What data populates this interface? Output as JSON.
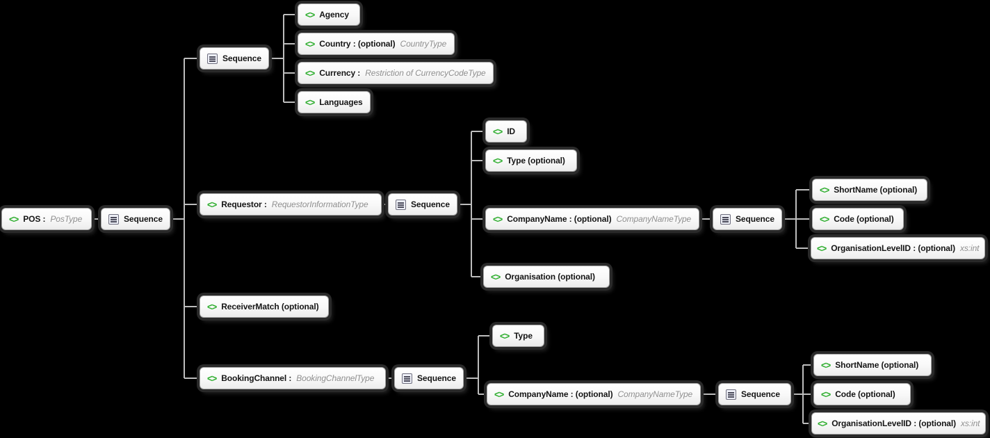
{
  "diagram": {
    "colors": {
      "background": "#000000",
      "element_icon_green": "#2fae2f",
      "connector_line": "#bdbdbd",
      "node_fill": "#ffffff",
      "type_text": "#8f8f8f"
    },
    "element_icon_glyph": "<>",
    "nodes": {
      "pos": {
        "label": "POS :",
        "type": "PosType"
      },
      "seq_main": {
        "label": "Sequence"
      },
      "seq_top": {
        "label": "Sequence"
      },
      "agency": {
        "label": "Agency"
      },
      "country": {
        "label": "Country : (optional)",
        "type": "CountryType"
      },
      "currency": {
        "label": "Currency :",
        "type": "Restriction of CurrencyCodeType"
      },
      "languages": {
        "label": "Languages"
      },
      "requestor": {
        "label": "Requestor :",
        "type": "RequestorInformationType"
      },
      "seq_req": {
        "label": "Sequence"
      },
      "id": {
        "label": "ID"
      },
      "type_mid": {
        "label": "Type (optional)"
      },
      "companyname_mid": {
        "label": "CompanyName : (optional)",
        "type": "CompanyNameType"
      },
      "seq_cn_mid": {
        "label": "Sequence"
      },
      "shortname_mid": {
        "label": "ShortName (optional)"
      },
      "code_mid": {
        "label": "Code (optional)"
      },
      "orglevel_mid": {
        "label": "OrganisationLevelID : (optional)",
        "type": "xs:int"
      },
      "organisation": {
        "label": "Organisation (optional)"
      },
      "receivermatch": {
        "label": "ReceiverMatch (optional)"
      },
      "bookingchannel": {
        "label": "BookingChannel :",
        "type": "BookingChannelType"
      },
      "seq_bc": {
        "label": "Sequence"
      },
      "type_bot": {
        "label": "Type"
      },
      "companyname_bot": {
        "label": "CompanyName : (optional)",
        "type": "CompanyNameType"
      },
      "seq_cn_bot": {
        "label": "Sequence"
      },
      "shortname_bot": {
        "label": "ShortName (optional)"
      },
      "code_bot": {
        "label": "Code (optional)"
      },
      "orglevel_bot": {
        "label": "OrganisationLevelID : (optional)",
        "type": "xs:int"
      }
    }
  }
}
